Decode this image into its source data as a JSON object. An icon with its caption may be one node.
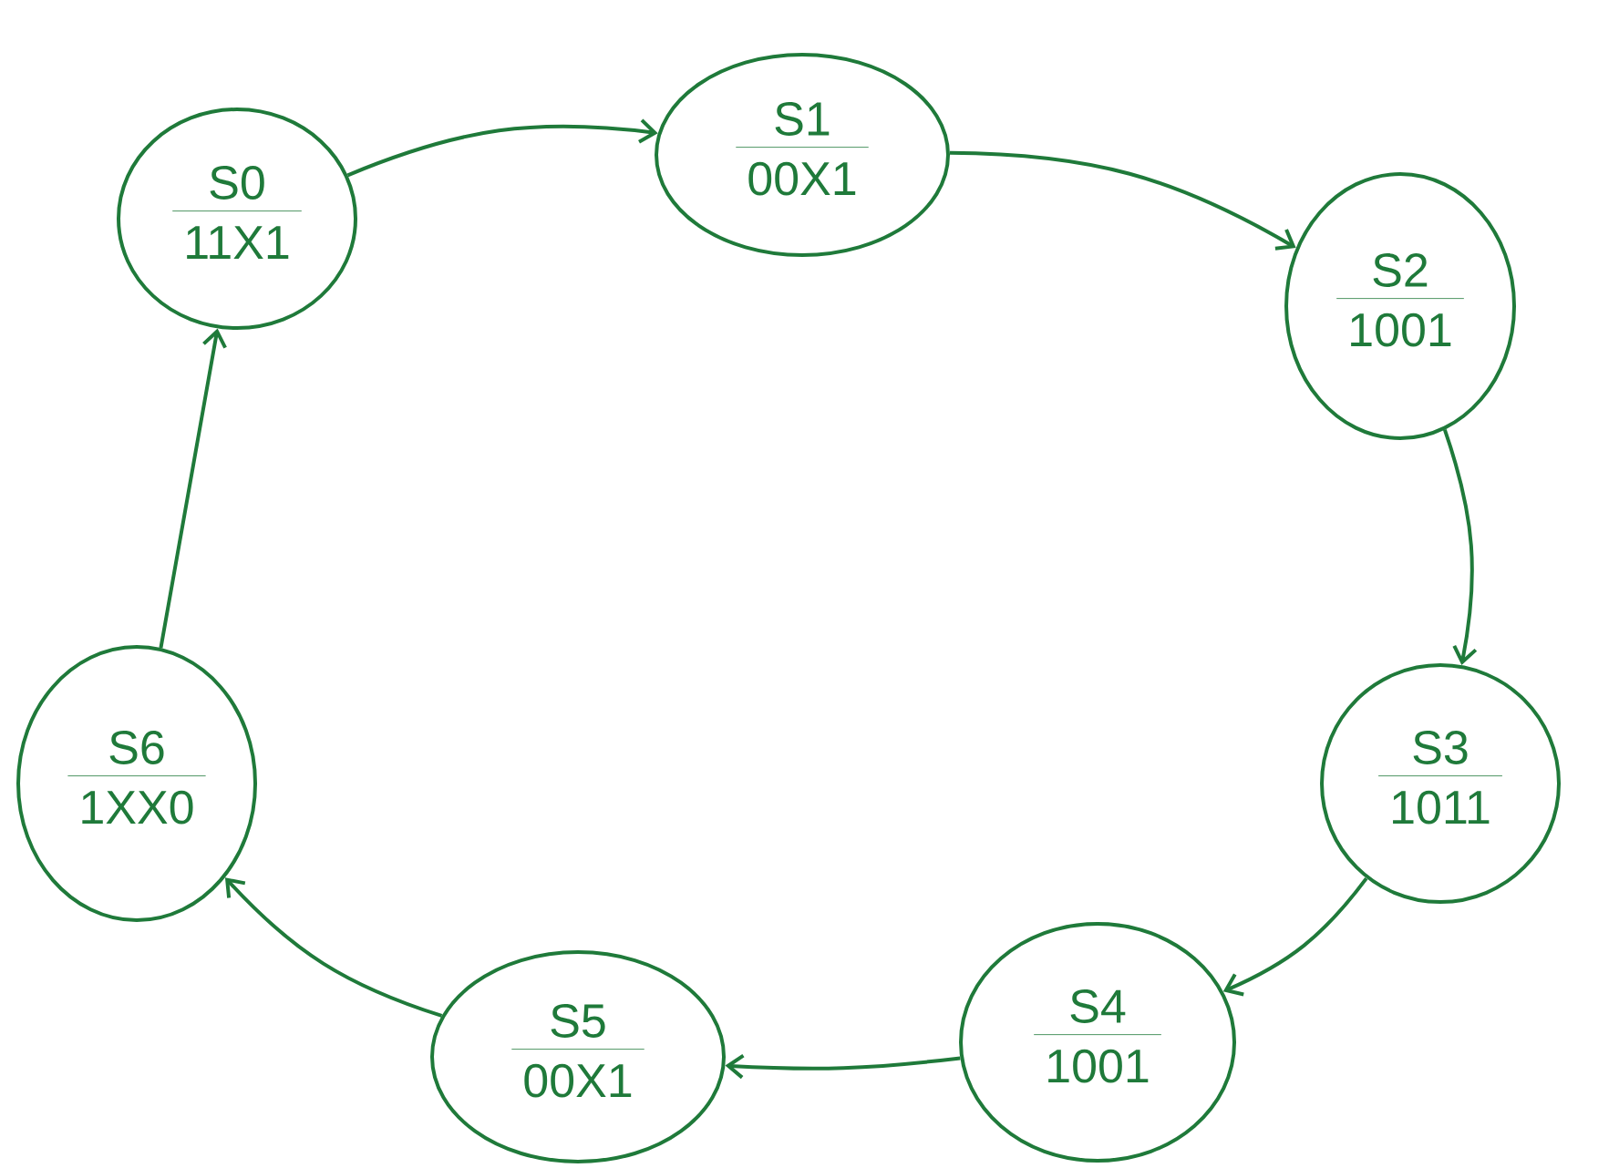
{
  "diagram": {
    "nodes": [
      {
        "text": [
          "S0",
          "11X1"
        ]
      },
      {
        "text": [
          "S1",
          "00X1"
        ]
      },
      {
        "text": [
          "S2",
          "1001"
        ]
      },
      {
        "text": [
          "S3",
          "1011"
        ]
      },
      {
        "text": [
          "S4",
          "1001"
        ]
      },
      {
        "text": [
          "S5",
          "00X1"
        ]
      },
      {
        "text": [
          "S6",
          "1XX0"
        ]
      }
    ],
    "edges": [
      {
        "from": 0,
        "to": 1,
        "arrow": "to"
      },
      {
        "from": 1,
        "to": 2,
        "arrow": "to"
      },
      {
        "from": 2,
        "to": 3,
        "arrow": "to"
      },
      {
        "from": 3,
        "to": 4,
        "arrow": "to"
      },
      {
        "from": 4,
        "to": 5,
        "arrow": "to"
      },
      {
        "from": 5,
        "to": 6,
        "arrow": "to"
      },
      {
        "from": 6,
        "to": 0,
        "arrow": "to"
      }
    ]
  }
}
